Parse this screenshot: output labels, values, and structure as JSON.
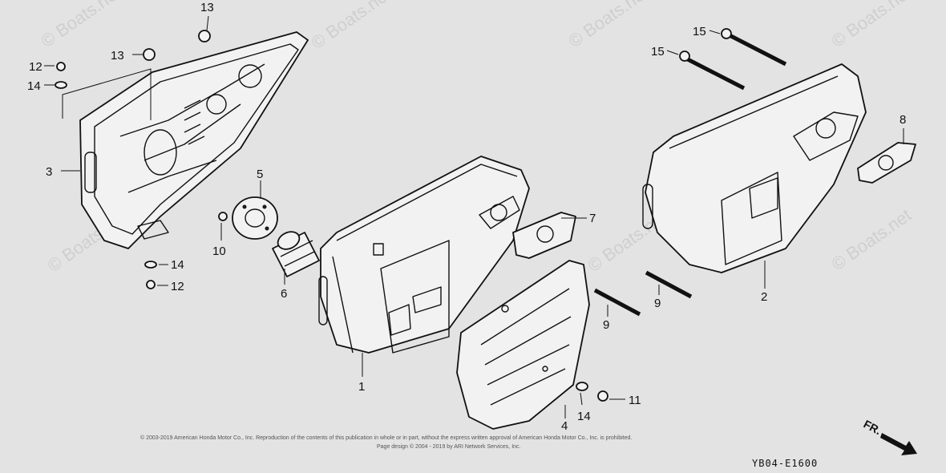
{
  "watermarks": [
    "© Boats.net",
    "© Boats.net",
    "© Boats.net",
    "© Boats.net",
    "© Boats.net",
    "© Boats.net",
    "© Boats.net"
  ],
  "callouts": {
    "c1": "1",
    "c2": "2",
    "c3": "3",
    "c4": "4",
    "c5": "5",
    "c6": "6",
    "c7": "7",
    "c8": "8",
    "c9a": "9",
    "c9b": "9",
    "c10": "10",
    "c11": "11",
    "c12a": "12",
    "c12b": "12",
    "c13a": "13",
    "c13b": "13",
    "c14a": "14",
    "c14b": "14",
    "c14c": "14",
    "c15a": "15",
    "c15b": "15"
  },
  "fr_label": "FR.",
  "diagram_code": "YB04-E1600",
  "copyright_line1": "© 2003-2019 American Honda Motor Co., Inc. Reproduction of the contents of this publication in whole or in part, without the express written approval of American Honda Motor Co., Inc. is prohibited.",
  "copyright_line2": "Page design © 2004 - 2019 by ARI Network Services, Inc."
}
